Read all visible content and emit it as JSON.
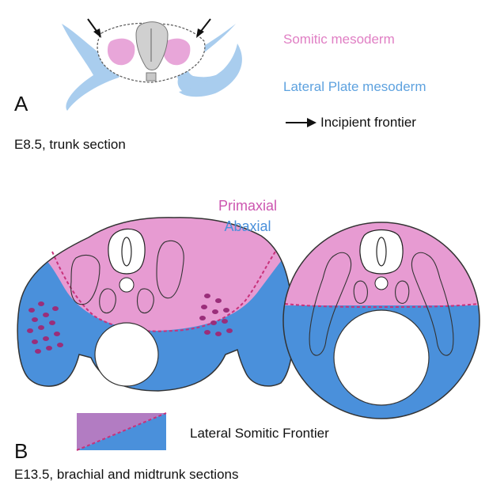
{
  "legend": {
    "somitic": "Somitic mesoderm",
    "lateral": "Lateral Plate mesoderm",
    "frontier": "Incipient frontier",
    "somitic_color": "#e8a6d9",
    "lateral_color": "#a9cdee"
  },
  "panel_a": {
    "letter": "A",
    "caption": "E8.5, trunk section"
  },
  "panel_b": {
    "primaxial": "Primaxial",
    "abaxial": "Abaxial",
    "frontier_key": "Lateral Somitic Frontier",
    "letter": "B",
    "caption": "E13.5, brachial and midtrunk sections",
    "primaxial_color": "#e79bd2",
    "abaxial_color": "#4a90db"
  }
}
